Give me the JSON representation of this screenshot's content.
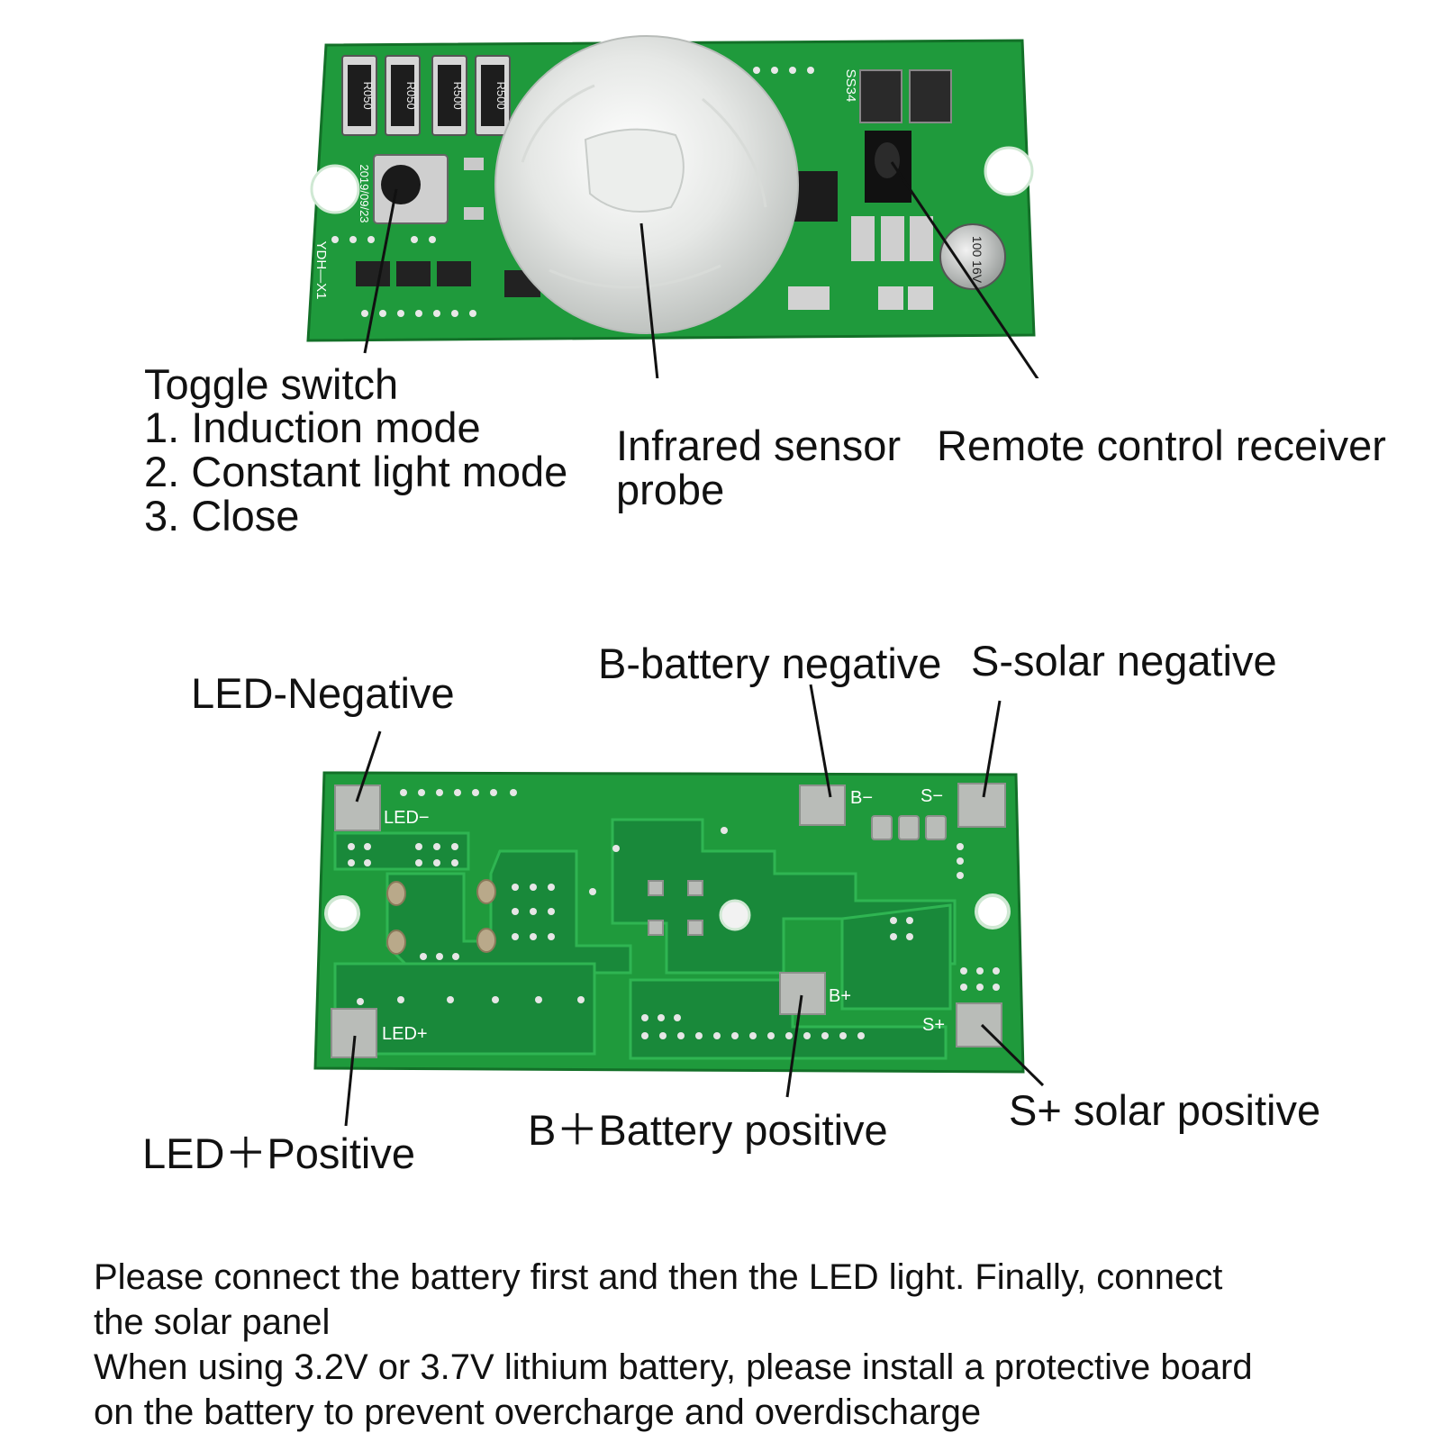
{
  "top_board": {
    "callouts": {
      "toggle_switch": {
        "title": "Toggle switch",
        "modes": [
          "1. Induction mode",
          "2. Constant light mode",
          "3. Close"
        ]
      },
      "infrared_sensor": {
        "line1": "Infrared sensor",
        "line2": "probe"
      },
      "remote_receiver": {
        "text": "Remote control receiver"
      }
    },
    "silkscreen": {
      "resistors": [
        "R050",
        "R050",
        "R500",
        "R500"
      ],
      "board_id": "YDH—X1",
      "date": "2019/09/23",
      "diode": "SS34",
      "capacitor": "100 16V"
    }
  },
  "bottom_board": {
    "callouts": {
      "led_negative": "LED-Negative",
      "battery_negative": "B-battery negative",
      "solar_negative": "S-solar negative",
      "led_positive": "LED＋Positive",
      "battery_positive": "B＋Battery positive",
      "solar_positive": "S+ solar positive"
    },
    "silkscreen": {
      "led_minus": "LED−",
      "led_plus": "LED+",
      "b_minus": "B−",
      "s_minus": "S−",
      "b_plus": "B+",
      "s_plus": "S+"
    }
  },
  "instructions": [
    "Please connect the battery first and then the LED light. Finally, connect",
    "the solar panel",
    "When using 3.2V or 3.7V lithium battery, please install a protective board",
    "on the battery to prevent overcharge and overdischarge"
  ],
  "colors": {
    "pcb_green": "#1f9a3c",
    "pcb_dark": "#157a2c",
    "pad_silver": "#b9bcb8",
    "text": "#111111",
    "background": "#ffffff"
  }
}
